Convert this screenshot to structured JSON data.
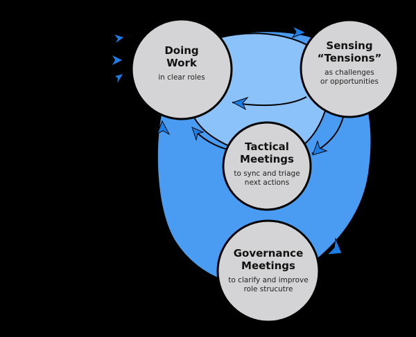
{
  "colors": {
    "background": "#000000",
    "outer_blob": "#4a9cf2",
    "inner_blob": "#8cc2fa",
    "node_fill": "#d4d4d6",
    "node_stroke": "#000000",
    "arrow": "#1b7ee6"
  },
  "nodes": {
    "doing": {
      "title_1": "Doing",
      "title_2": "Work",
      "sub_1": "in clear roles"
    },
    "sensing": {
      "title_1": "Sensing",
      "title_2": "“Tensions”",
      "sub_1": "as challenges",
      "sub_2": "or opportunities"
    },
    "tactical": {
      "title_1": "Tactical",
      "title_2": "Meetings",
      "sub_1": "to sync and triage",
      "sub_2": "next actions"
    },
    "governance": {
      "title_1": "Governance",
      "title_2": "Meetings",
      "sub_1": "to clarify and improve",
      "sub_2": "role strucutre"
    }
  }
}
